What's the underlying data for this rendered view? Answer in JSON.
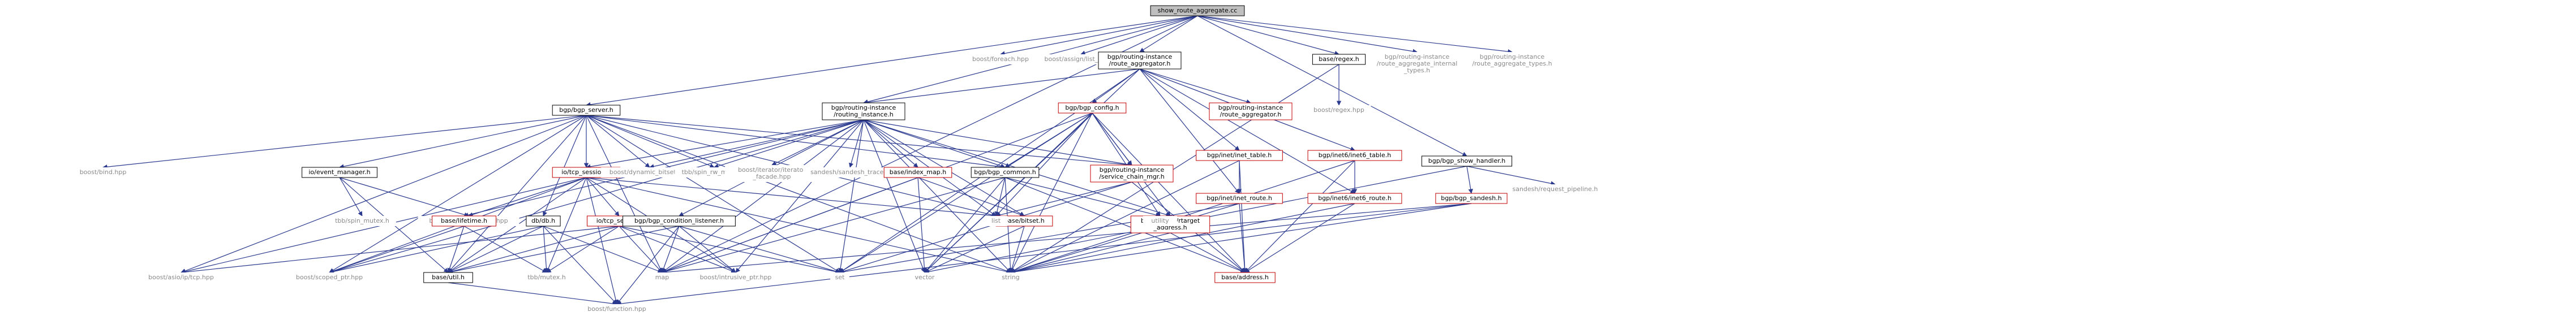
{
  "graph": {
    "nodes": [
      {
        "id": "root",
        "label": [
          "show_route_aggregate.cc"
        ],
        "style": "root"
      },
      {
        "id": "foreach",
        "label": [
          "boost/foreach.hpp"
        ],
        "style": "plain"
      },
      {
        "id": "listof",
        "label": [
          "boost/assign/list_of.hpp"
        ],
        "style": "plain"
      },
      {
        "id": "ri_agg",
        "label": [
          "bgp/routing-instance",
          "/route_aggregator.h"
        ],
        "style": "boxed"
      },
      {
        "id": "regex",
        "label": [
          "base/regex.h"
        ],
        "style": "boxed"
      },
      {
        "id": "agg_int",
        "label": [
          "bgp/routing-instance",
          "/route_aggregate_internal",
          "_types.h"
        ],
        "style": "plain"
      },
      {
        "id": "agg_types",
        "label": [
          "bgp/routing-instance",
          "/route_aggregate_types.h"
        ],
        "style": "plain"
      },
      {
        "id": "ri_agg_red",
        "label": [
          "bgp/routing-instance",
          "/route_aggregator.h"
        ],
        "style": "red"
      },
      {
        "id": "boost_regex",
        "label": [
          "boost/regex.hpp"
        ],
        "style": "plain"
      },
      {
        "id": "bgp_server",
        "label": [
          "bgp/bgp_server.h"
        ],
        "style": "boxed"
      },
      {
        "id": "ri",
        "label": [
          "bgp/routing-instance",
          "/routing_instance.h"
        ],
        "style": "boxed"
      },
      {
        "id": "bgp_config",
        "label": [
          "bgp/bgp_config.h"
        ],
        "style": "red"
      },
      {
        "id": "bgp_show_handler",
        "label": [
          "bgp/bgp_show_handler.h"
        ],
        "style": "boxed"
      },
      {
        "id": "inet6_table",
        "label": [
          "bgp/inet6/inet6_table.h"
        ],
        "style": "red"
      },
      {
        "id": "inet_table",
        "label": [
          "bgp/inet/inet_table.h"
        ],
        "style": "red"
      },
      {
        "id": "boost_bind",
        "label": [
          "boost/bind.hpp"
        ],
        "style": "plain"
      },
      {
        "id": "event_manager",
        "label": [
          "io/event_manager.h"
        ],
        "style": "boxed"
      },
      {
        "id": "tcp_session",
        "label": [
          "io/tcp_session.h"
        ],
        "style": "red"
      },
      {
        "id": "dyn_bitset",
        "label": [
          "boost/dynamic_bitset.hpp"
        ],
        "style": "plain"
      },
      {
        "id": "spin_rw",
        "label": [
          "tbb/spin_rw_mutex.h"
        ],
        "style": "plain"
      },
      {
        "id": "iter_facade",
        "label": [
          "boost/iterator/iterator",
          "_facade.hpp"
        ],
        "style": "plain"
      },
      {
        "id": "sandesh_trace",
        "label": [
          "sandesh/sandesh_trace.h"
        ],
        "style": "plain"
      },
      {
        "id": "index_map",
        "label": [
          "base/index_map.h"
        ],
        "style": "red"
      },
      {
        "id": "bgp_common",
        "label": [
          "bgp/bgp_common.h"
        ],
        "style": "boxed"
      },
      {
        "id": "svc_chain",
        "label": [
          "bgp/routing-instance",
          "/service_chain_mgr.h"
        ],
        "style": "red"
      },
      {
        "id": "sandesh_req",
        "label": [
          "sandesh/request_pipeline.h"
        ],
        "style": "plain"
      },
      {
        "id": "inet_route",
        "label": [
          "bgp/inet/inet_route.h"
        ],
        "style": "red"
      },
      {
        "id": "inet6_route",
        "label": [
          "bgp/inet6/inet6_route.h"
        ],
        "style": "red"
      },
      {
        "id": "bgp_sandesh",
        "label": [
          "bgp/bgp_sandesh.h"
        ],
        "style": "red"
      },
      {
        "id": "spin_mutex",
        "label": [
          "tbb/spin_mutex.h"
        ],
        "style": "plain"
      },
      {
        "id": "io_service",
        "label": [
          "boost/asio/io_service.hpp"
        ],
        "style": "plain"
      },
      {
        "id": "lifetime",
        "label": [
          "base/lifetime.h"
        ],
        "style": "red"
      },
      {
        "id": "db",
        "label": [
          "db/db.h"
        ],
        "style": "boxed"
      },
      {
        "id": "tcp_server",
        "label": [
          "io/tcp_server.h"
        ],
        "style": "red"
      },
      {
        "id": "cond_listener",
        "label": [
          "bgp/bgp_condition_listener.h"
        ],
        "style": "boxed"
      },
      {
        "id": "bitset",
        "label": [
          "base/bitset.h"
        ],
        "style": "red"
      },
      {
        "id": "target",
        "label": [
          "bgp/rtarget/rtarget",
          "_address.h"
        ],
        "style": "red"
      },
      {
        "id": "list",
        "label": [
          "list"
        ],
        "style": "plain"
      },
      {
        "id": "utility",
        "label": [
          "utility"
        ],
        "style": "plain"
      },
      {
        "id": "asio_tcp",
        "label": [
          "boost/asio/ip/tcp.hpp"
        ],
        "style": "plain"
      },
      {
        "id": "scoped_ptr",
        "label": [
          "boost/scoped_ptr.hpp"
        ],
        "style": "plain"
      },
      {
        "id": "base_util",
        "label": [
          "base/util.h"
        ],
        "style": "boxed"
      },
      {
        "id": "tbb_mutex",
        "label": [
          "tbb/mutex.h"
        ],
        "style": "plain"
      },
      {
        "id": "map",
        "label": [
          "map"
        ],
        "style": "plain"
      },
      {
        "id": "intrusive",
        "label": [
          "boost/intrusive_ptr.hpp"
        ],
        "style": "plain"
      },
      {
        "id": "set",
        "label": [
          "set"
        ],
        "style": "plain"
      },
      {
        "id": "vector",
        "label": [
          "vector"
        ],
        "style": "plain"
      },
      {
        "id": "string",
        "label": [
          "string"
        ],
        "style": "plain"
      },
      {
        "id": "address",
        "label": [
          "base/address.h"
        ],
        "style": "red"
      },
      {
        "id": "function",
        "label": [
          "boost/function.hpp"
        ],
        "style": "plain"
      }
    ]
  }
}
